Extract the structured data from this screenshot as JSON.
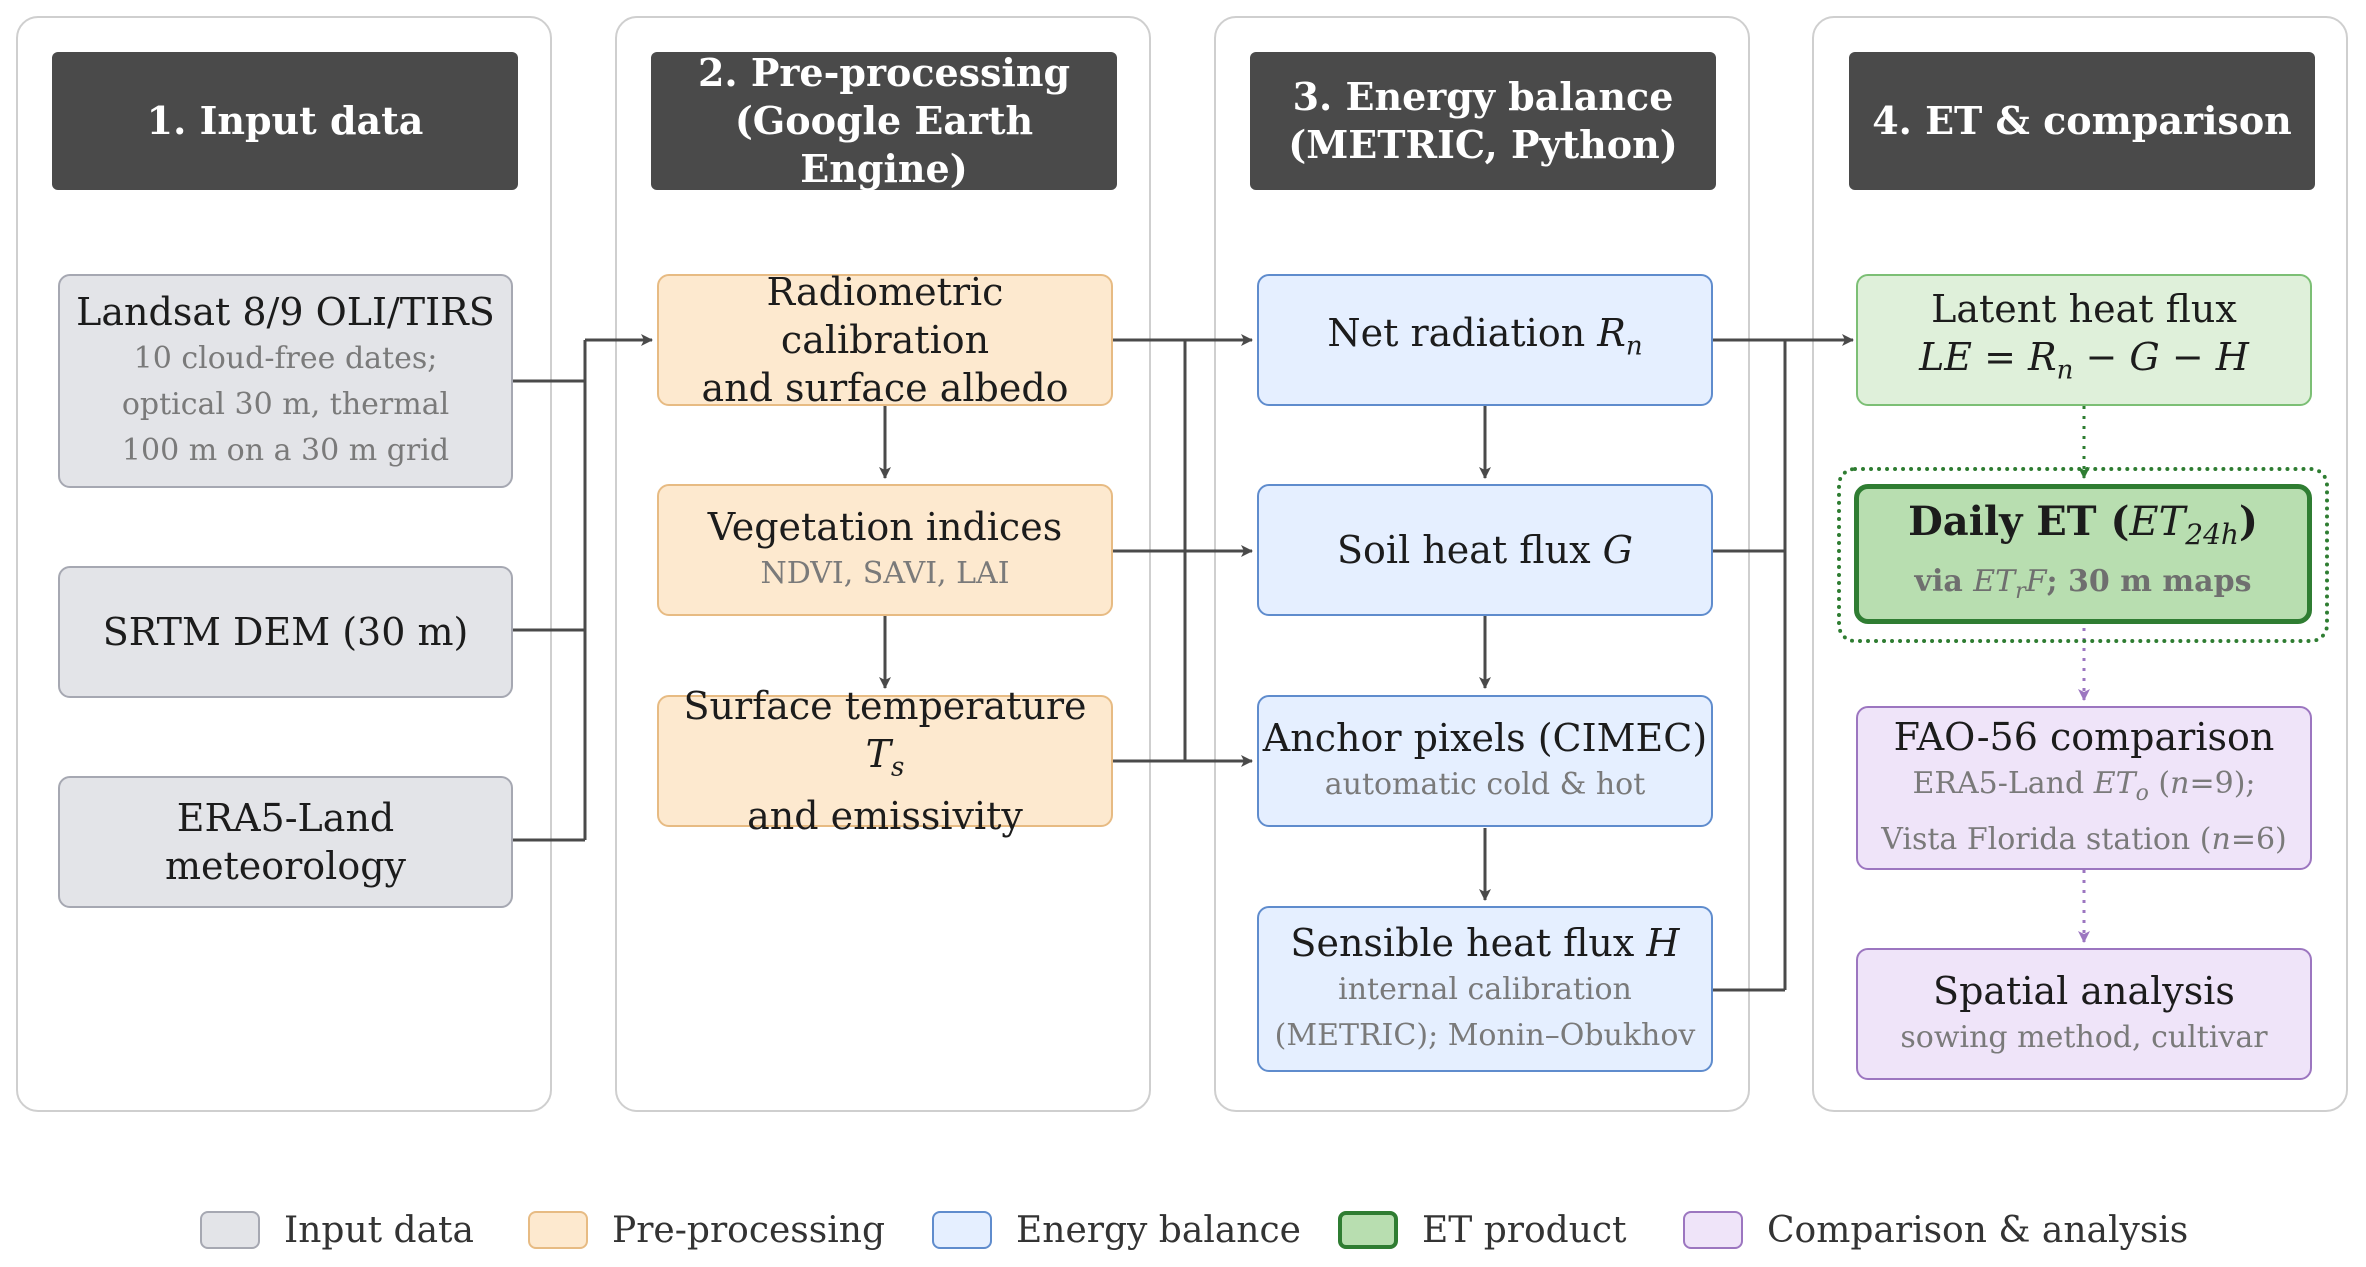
{
  "columns": {
    "c1": "1. Input data",
    "c2": [
      "2. Pre-processing",
      "(Google Earth Engine)"
    ],
    "c3": [
      "3. Energy balance",
      "(METRIC, Python)"
    ],
    "c4": "4. ET & comparison"
  },
  "input": {
    "landsat": {
      "title": "Landsat 8/9 OLI/TIRS",
      "lines": [
        "10 cloud-free dates;",
        "optical 30 m, thermal",
        "100 m on a 30 m grid"
      ]
    },
    "srtm": "SRTM DEM (30 m)",
    "era5": [
      "ERA5-Land",
      "meteorology"
    ]
  },
  "pre": {
    "radiometric": [
      "Radiometric calibration",
      "and surface albedo"
    ],
    "veg": {
      "title": "Vegetation indices",
      "sub": "NDVI, SAVI, LAI"
    },
    "temp": {
      "title_text": "Surface temperature ",
      "title_sym": "T",
      "title_sub": "s",
      "line2": "and emissivity"
    }
  },
  "energy": {
    "rn": {
      "text": "Net radiation ",
      "sym": "R",
      "sub": "n"
    },
    "g": {
      "text": "Soil heat flux ",
      "sym": "G"
    },
    "anchor": {
      "title": "Anchor pixels (CIMEC)",
      "sub": "automatic cold & hot"
    },
    "h": {
      "text": "Sensible heat flux ",
      "sym": "H",
      "lines": [
        "internal calibration",
        "(METRIC); Monin–Obukhov"
      ]
    }
  },
  "et": {
    "le": {
      "title": "Latent heat flux",
      "eq": [
        "LE",
        " = ",
        "R",
        "n",
        " − ",
        "G",
        " − ",
        "H"
      ]
    },
    "daily": {
      "title_text": "Daily ET (",
      "sym": "ET",
      "sub": "24h",
      "close": ")",
      "via": "via ",
      "etrf_sym": "ET",
      "etrf_sub": "r",
      "etrf_F": "F",
      "rest": "; 30 m maps"
    },
    "fao": {
      "title": "FAO-56 comparison",
      "line1_a": "ERA5-Land ",
      "line1_sym": "ET",
      "line1_sub": "o",
      "line1_b": " (",
      "line1_n": "n",
      "line1_c": "=9);",
      "line2_a": "Vista Florida station (",
      "line2_n": "n",
      "line2_c": "=6)"
    },
    "spatial": {
      "title": "Spatial analysis",
      "sub": "sowing method, cultivar"
    }
  },
  "legend": [
    "Input data",
    "Pre-processing",
    "Energy balance",
    "ET product",
    "Comparison & analysis"
  ],
  "colors": {
    "header": "#4a4a4a",
    "arrow": "#4a4a4a",
    "green_arrow": "#2f7d32",
    "purple_arrow": "#9c76c0"
  }
}
